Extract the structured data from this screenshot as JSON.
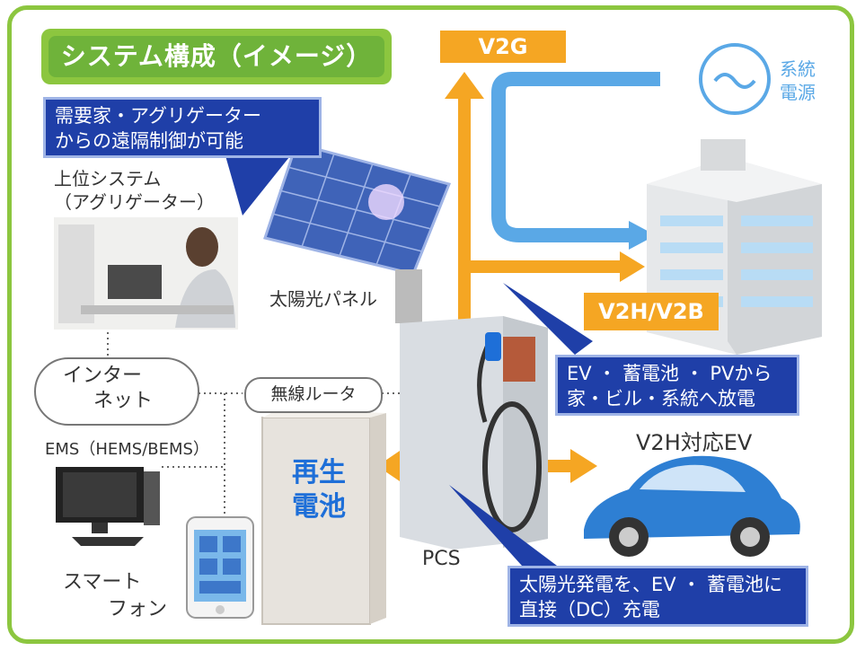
{
  "title": "システム構成（イメージ）",
  "callouts": {
    "remote_control": [
      "需要家・アグリゲーター",
      "からの遠隔制御が可能"
    ],
    "discharge": [
      "EV ・ 蓄電池 ・ PVから",
      "家・ビル・系統へ放電"
    ],
    "dc_charge": [
      "太陽光発電を、EV ・ 蓄電池に",
      "直接（DC）充電"
    ]
  },
  "labels": {
    "upper_system": [
      "上位システム",
      "（アグリゲーター）"
    ],
    "solar_panel": "太陽光パネル",
    "internet": [
      "インター",
      "ネット"
    ],
    "router": "無線ルータ",
    "ems": "EMS（HEMS/BEMS）",
    "smartphone": [
      "スマート",
      "フォン"
    ],
    "battery": [
      "再生",
      "電池"
    ],
    "pcs": "PCS",
    "v2g": "V2G",
    "v2h_v2b": "V2H/V2B",
    "grid": [
      "系統",
      "電源"
    ],
    "ev": "V2H対応EV"
  },
  "colors": {
    "frame": "#8cc63f",
    "callout": "#1f3fa8",
    "arrow": "#f5a623",
    "grid_line": "#5aa8e6"
  }
}
